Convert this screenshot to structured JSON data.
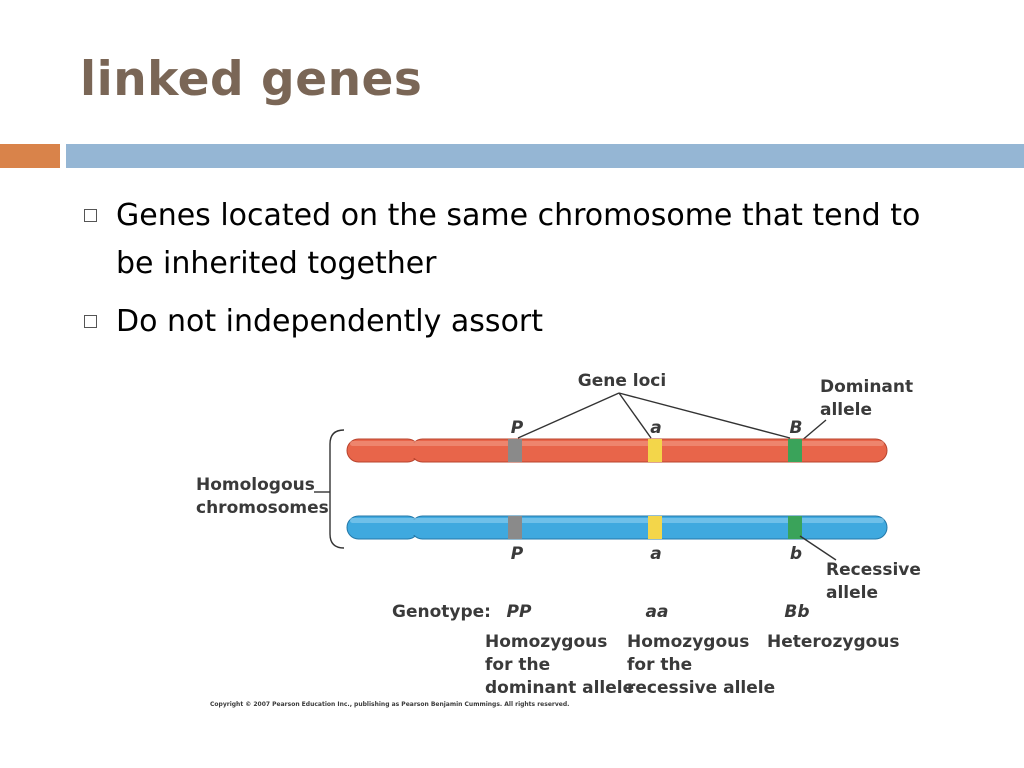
{
  "slide": {
    "title": "linked genes",
    "bullets": [
      {
        "text": "Genes located on the same chromosome that tend to be inherited together"
      },
      {
        "text": "Do not independently assort"
      }
    ],
    "colors": {
      "title": "#7a6656",
      "accent_orange": "#d9834a",
      "accent_blue": "#95b6d4"
    }
  },
  "diagram": {
    "gene_loci_label": "Gene loci",
    "dominant_allele": [
      "Dominant",
      "allele"
    ],
    "recessive_allele": [
      "Recessive",
      "allele"
    ],
    "homologous_chromosomes": [
      "Homologous",
      "chromosomes"
    ],
    "top_alleles": [
      "P",
      "a",
      "B"
    ],
    "bottom_alleles": [
      "P",
      "a",
      "b"
    ],
    "genotype_label": "Genotype:",
    "genotypes": [
      "PP",
      "aa",
      "Bb"
    ],
    "descriptions": [
      [
        "Homozygous",
        "for the",
        "dominant allele"
      ],
      [
        "Homozygous",
        "for the",
        "recessive allele"
      ],
      [
        "Heterozygous"
      ]
    ],
    "copyright": "Copyright © 2007 Pearson Education Inc., publishing as Pearson Benjamin Cummings. All rights reserved.",
    "colors": {
      "chromosome_top": "#e8654a",
      "chromosome_bottom": "#3fa9df",
      "locus_gray": "#8a8a8a",
      "locus_yellow": "#f3d64a",
      "locus_green": "#3aa35a"
    }
  }
}
